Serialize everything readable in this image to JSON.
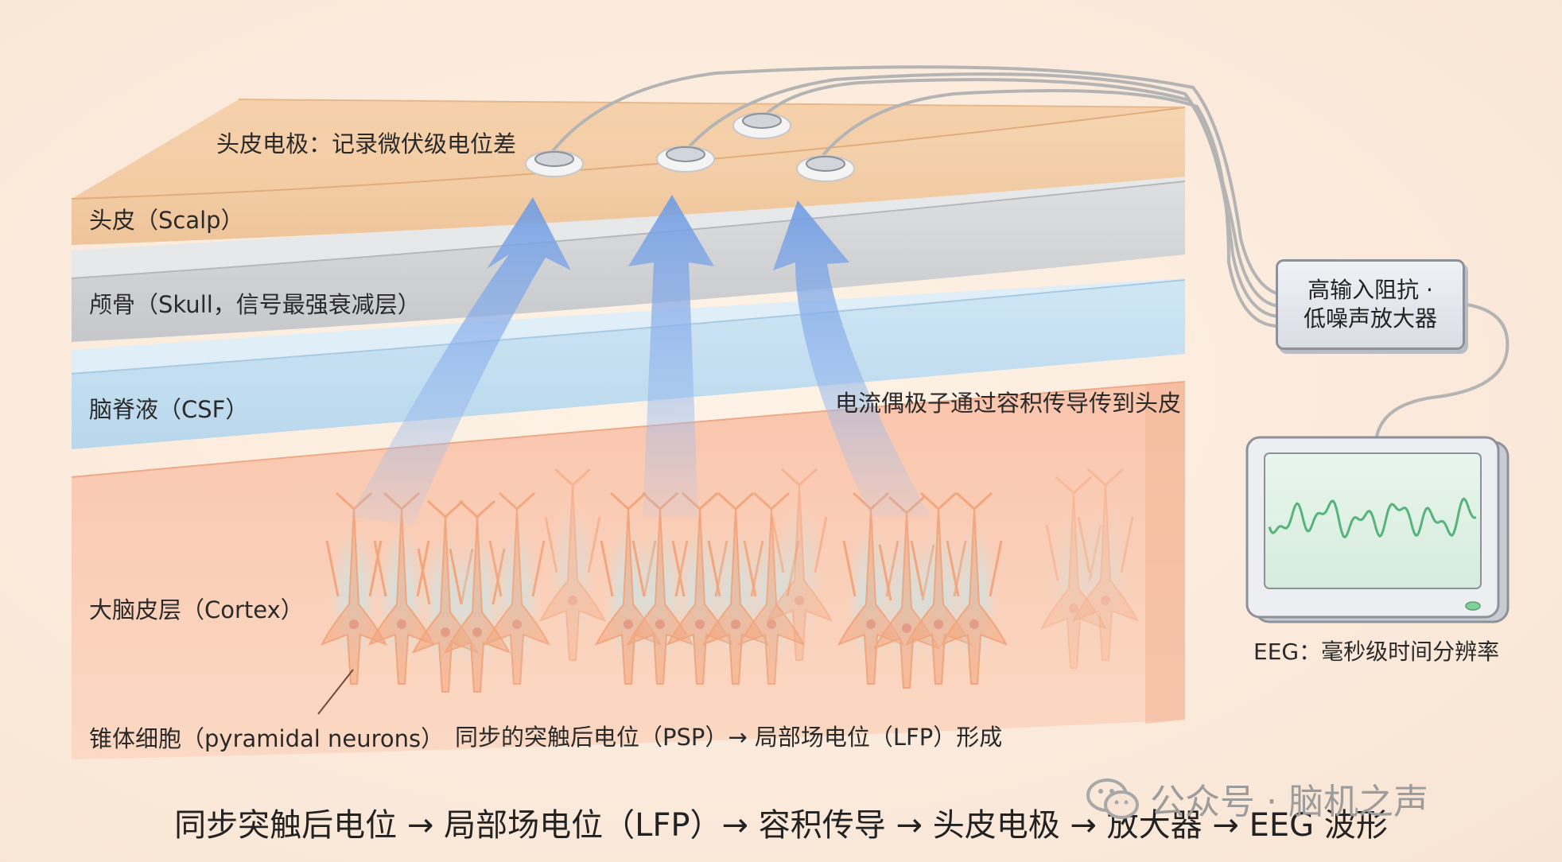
{
  "labels": {
    "electrode_label": "头皮电极：记录微伏级电位差",
    "scalp": "头皮（Scalp）",
    "skull": "颅骨（Skull，信号最强衰减层）",
    "csf": "脑脊液（CSF）",
    "dipole": "电流偶极子通过容积传导传到头皮",
    "cortex": "大脑皮层（Cortex）",
    "pyramidal": "锥体细胞（pyramidal neurons）",
    "psp_lfp": "同步的突触后电位（PSP）→ 局部场电位（LFP）形成"
  },
  "amplifier": {
    "line1": "高输入阻抗 ·",
    "line2": "低噪声放大器"
  },
  "monitor": {
    "label": "EEG：毫秒级时间分辨率"
  },
  "caption": "同步突触后电位 → 局部场电位（LFP）→ 容积传导 → 头皮电极 → 放大器 → EEG 波形",
  "watermark": "公众号 · 脑机之声",
  "colors": {
    "scalp": "#f4d2ad",
    "skull": "#d3d4d6",
    "csf": "#c7e1f2",
    "cortex": "#f9c8b0",
    "arrow": "#7fa6e6",
    "neuron": "#f2a67e",
    "eeg_wave": "#57b37c"
  },
  "icons": [
    "electrode-icon",
    "amplifier-icon",
    "monitor-icon",
    "wechat-icon"
  ]
}
